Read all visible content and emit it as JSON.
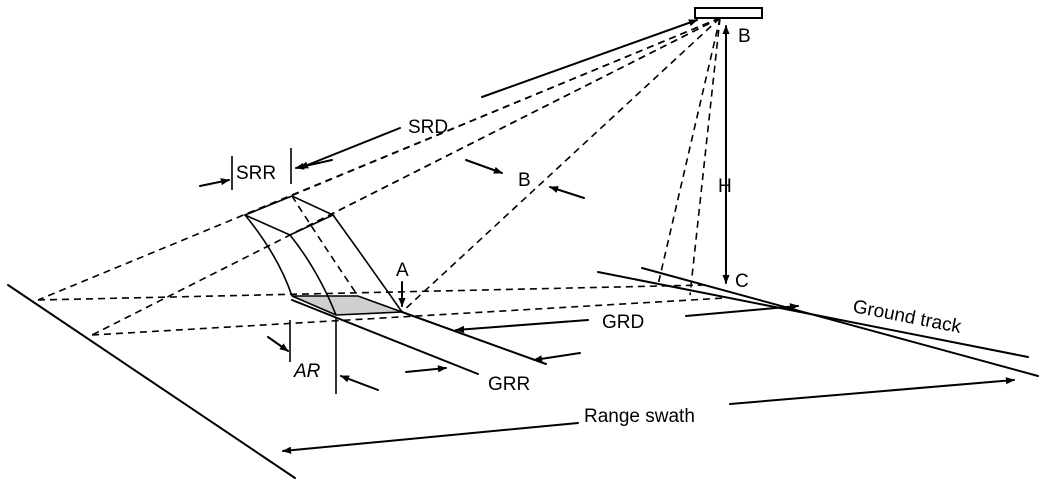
{
  "diagram": {
    "labels": {
      "srd": "SRD",
      "srr": "SRR",
      "beam_b": "B",
      "platform_b": "B",
      "height": "H",
      "point_a": "A",
      "point_c": "C",
      "grd": "GRD",
      "ground_track": "Ground track",
      "ar": "AR",
      "grr": "GRR",
      "range_swath": "Range swath"
    },
    "colors": {
      "ink": "#000000",
      "resolution_cell_fill": "#cfcfcf"
    }
  }
}
